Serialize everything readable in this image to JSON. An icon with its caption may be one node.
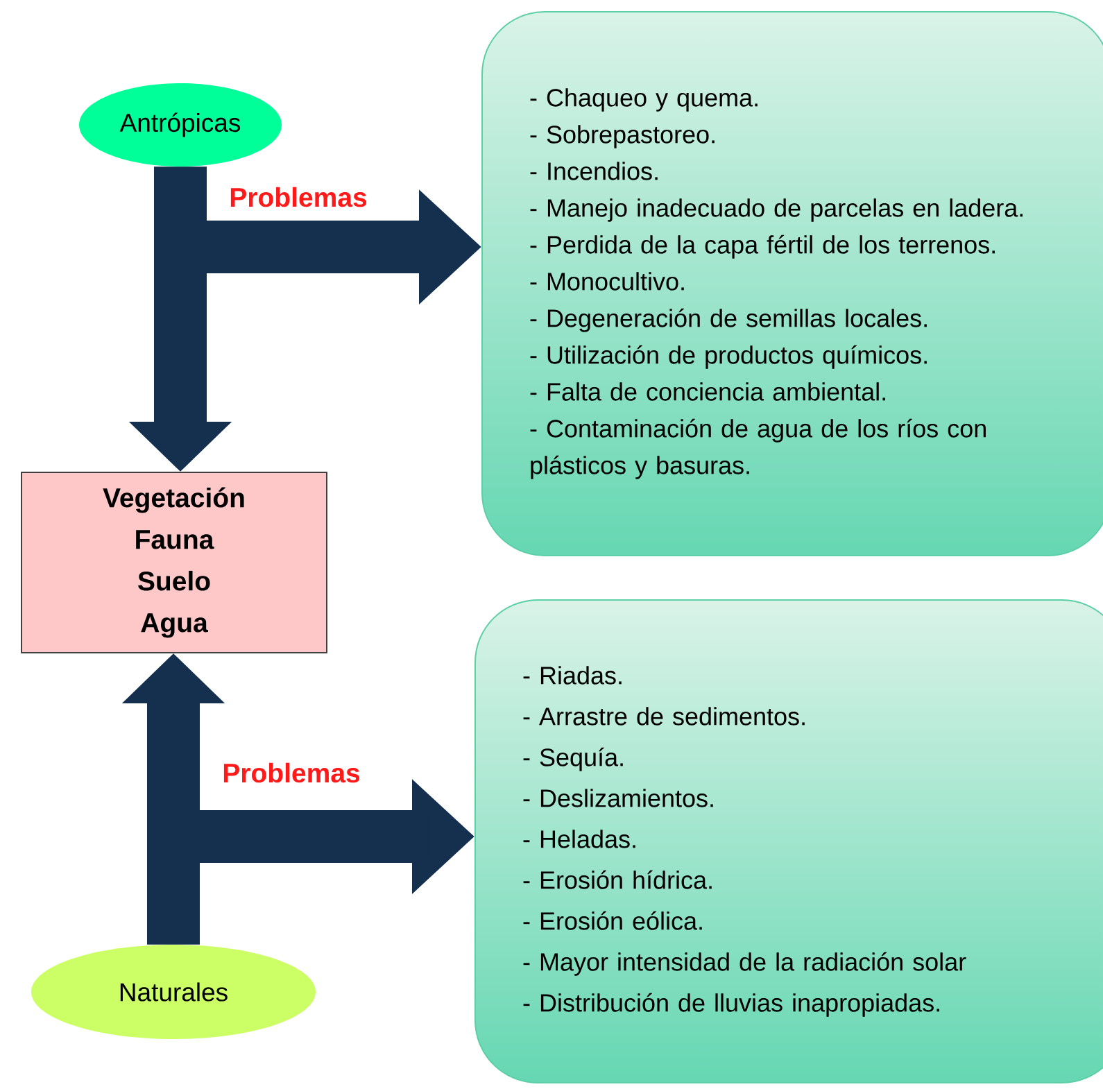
{
  "diagram": {
    "nodes": [
      {
        "text": [
          "Antrópicas"
        ]
      },
      {
        "text": [
          "- Chaqueo y quema.",
          "- Sobrepastoreo.",
          "- Incendios.",
          "- Manejo inadecuado de parcelas en ladera.",
          "- Perdida de la capa fértil de los terrenos.",
          "- Monocultivo.",
          "- Degeneración de semillas locales.",
          "- Utilización de productos químicos.",
          "- Falta de conciencia ambiental.",
          "- Contaminación de agua de los ríos con plásticos y basuras."
        ]
      },
      {
        "text": [
          "Vegetación",
          "Fauna",
          "Suelo",
          "Agua"
        ]
      },
      {
        "text": [
          "- Riadas.",
          "- Arrastre de sedimentos.",
          "- Sequía.",
          "- Deslizamientos.",
          "- Heladas.",
          "- Erosión hídrica.",
          "- Erosión eólica.",
          "- Mayor intensidad de la radiación solar",
          "- Distribución de lluvias inapropiadas."
        ]
      },
      {
        "text": [
          "Naturales"
        ]
      }
    ],
    "edges": [
      {
        "from": 0,
        "to": 2,
        "arrow": "to"
      },
      {
        "from": 0,
        "to": 1,
        "arrow": "to",
        "label": "Problemas"
      },
      {
        "from": 4,
        "to": 2,
        "arrow": "to"
      },
      {
        "from": 4,
        "to": 3,
        "arrow": "to",
        "label": "Problemas"
      }
    ]
  }
}
